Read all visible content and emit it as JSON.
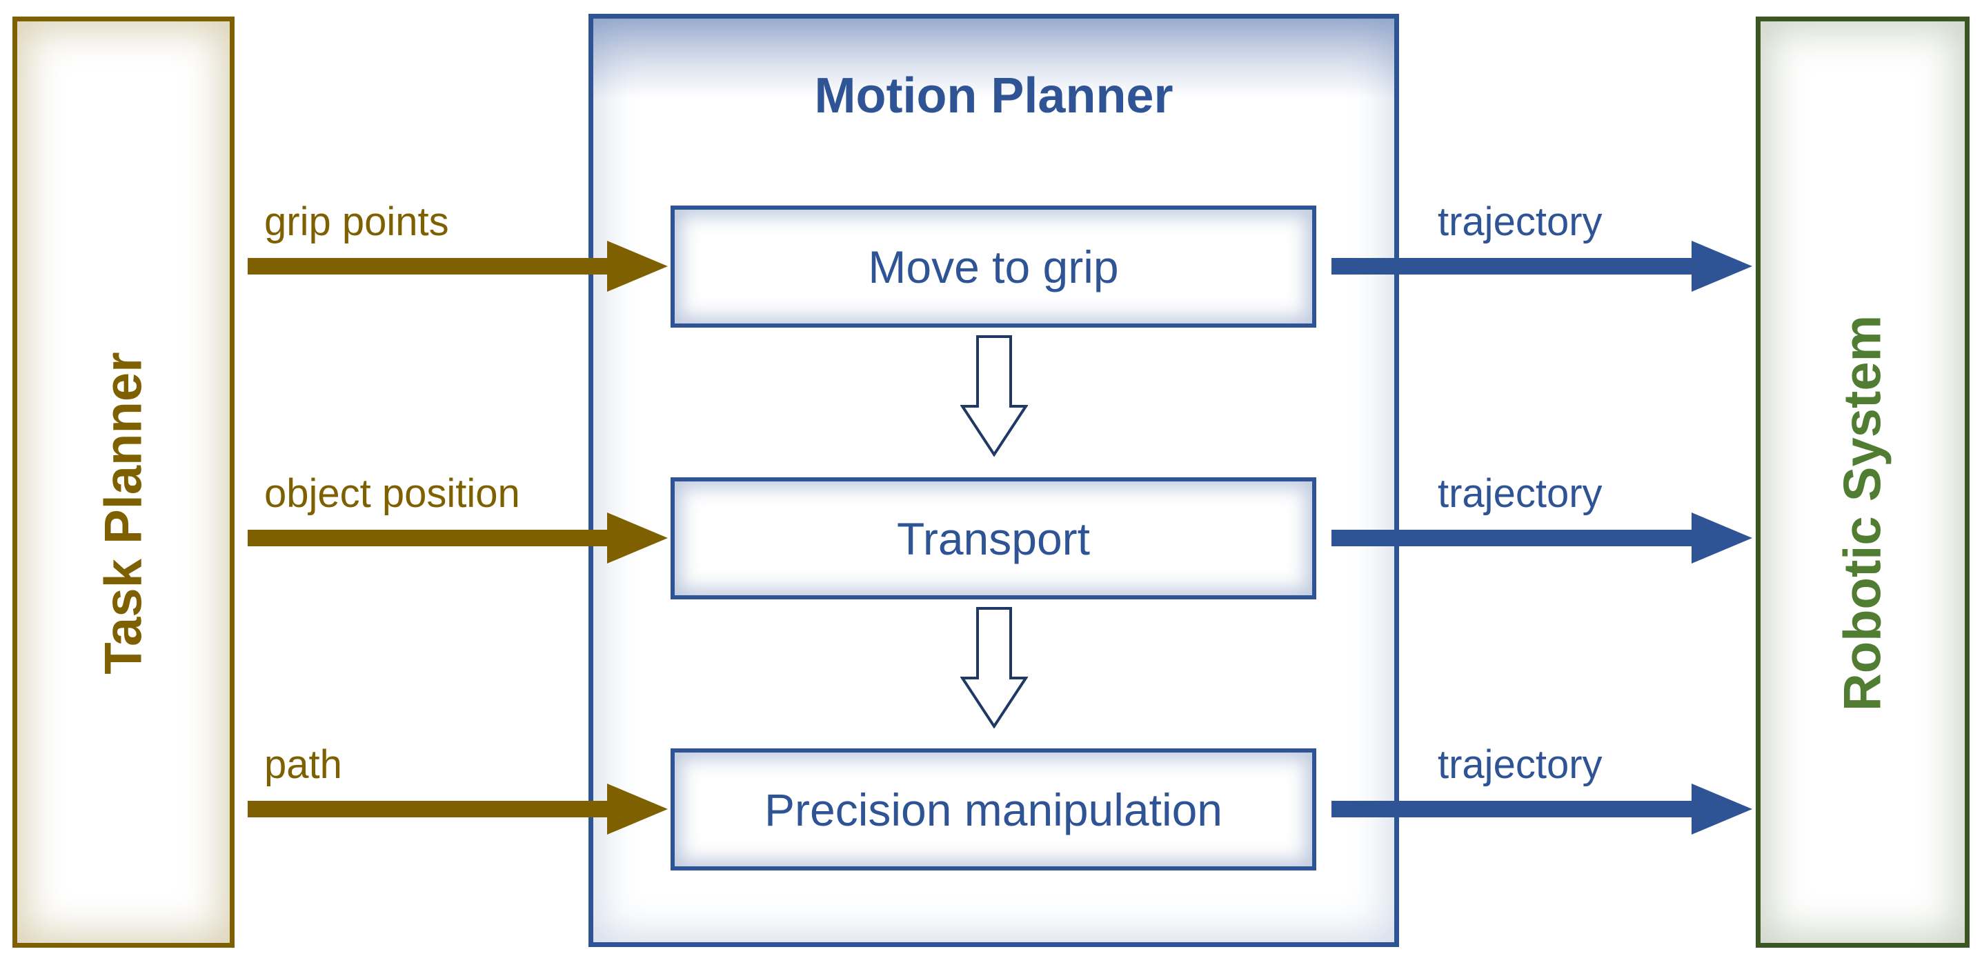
{
  "diagram": {
    "background": "#ffffff",
    "task_planner": {
      "label": "Task Planner",
      "text_color": "#7F6000",
      "border_color": "#7F6000"
    },
    "motion_planner": {
      "title": "Motion Planner",
      "text_color": "#2F5496",
      "border_color": "#2F5496",
      "steps": [
        {
          "label": "Move to grip"
        },
        {
          "label": "Transport"
        },
        {
          "label": "Precision manipulation"
        }
      ]
    },
    "robotic_system": {
      "label": "Robotic System",
      "text_color": "#507D32",
      "border_color": "#3A5623"
    },
    "inputs": [
      {
        "label": "grip points"
      },
      {
        "label": "object position"
      },
      {
        "label": "path"
      }
    ],
    "outputs": [
      {
        "label": "trajectory"
      },
      {
        "label": "trajectory"
      },
      {
        "label": "trajectory"
      }
    ],
    "arrow_colors": {
      "input": "#7F6000",
      "output": "#2F5496",
      "internal_outline": "#1F3864"
    }
  }
}
